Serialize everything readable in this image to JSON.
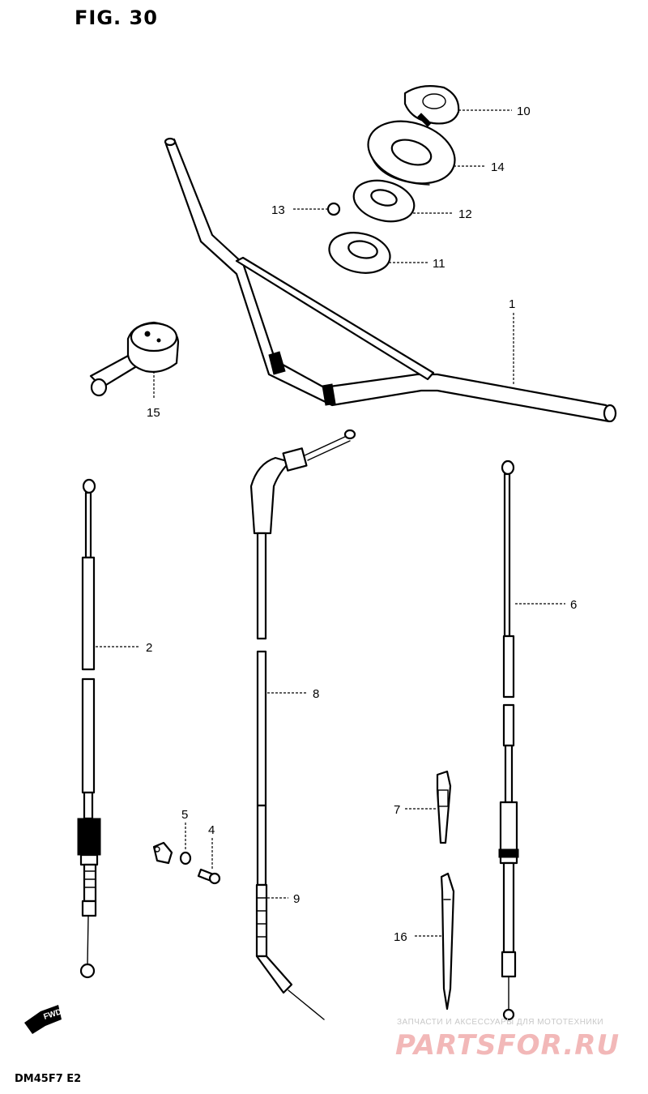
{
  "figure": {
    "title": "FIG. 30",
    "code": "DM45F7 E2"
  },
  "fwd_arrow": {
    "label": "FWD"
  },
  "watermark": {
    "line1": "ЗАПЧАСТИ И АКСЕССУАРЫ ДЛЯ МОТОТЕХНИКИ",
    "line2": "PARTSFOR.RU"
  },
  "callouts": [
    {
      "id": "1",
      "label": "1"
    },
    {
      "id": "2",
      "label": "2"
    },
    {
      "id": "4",
      "label": "4"
    },
    {
      "id": "5",
      "label": "5"
    },
    {
      "id": "6",
      "label": "6"
    },
    {
      "id": "7",
      "label": "7"
    },
    {
      "id": "8",
      "label": "8"
    },
    {
      "id": "9",
      "label": "9"
    },
    {
      "id": "10",
      "label": "10"
    },
    {
      "id": "11",
      "label": "11"
    },
    {
      "id": "12",
      "label": "12"
    },
    {
      "id": "13",
      "label": "13"
    },
    {
      "id": "14",
      "label": "14"
    },
    {
      "id": "15",
      "label": "15"
    },
    {
      "id": "16",
      "label": "16"
    }
  ]
}
